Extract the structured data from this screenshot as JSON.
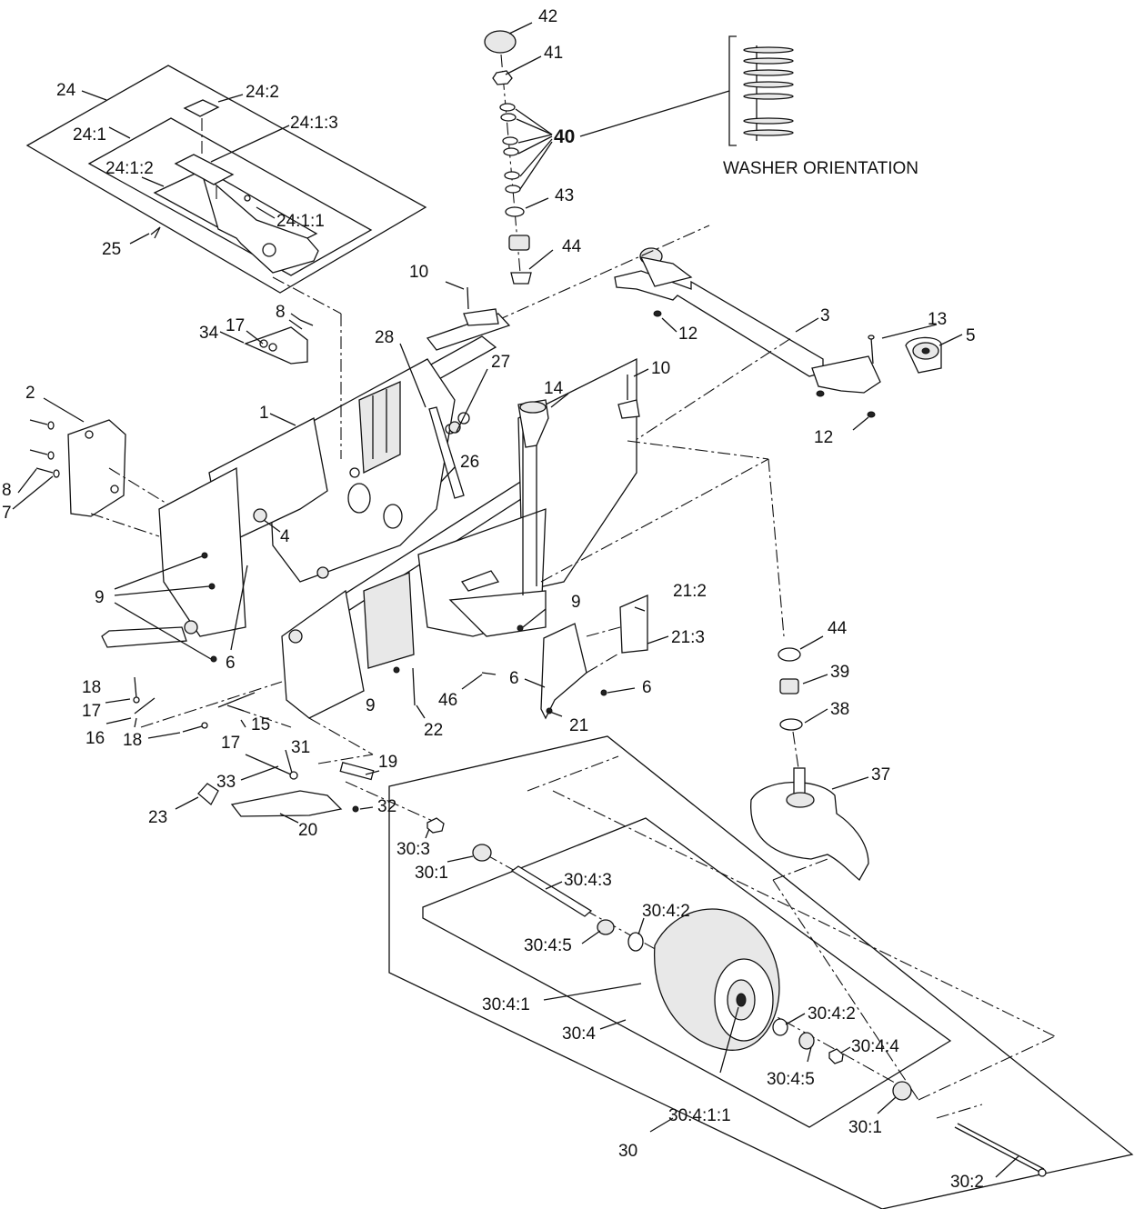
{
  "diagram": {
    "washer_orientation_label": "WASHER ORIENTATION",
    "labels": {
      "l1": "1",
      "l2": "2",
      "l3": "3",
      "l4": "4",
      "l5": "5",
      "l6a": "6",
      "l6b": "6",
      "l6c": "6",
      "l7": "7",
      "l8a": "8",
      "l8b": "8",
      "l9a": "9",
      "l9b": "9",
      "l9c": "9",
      "l10a": "10",
      "l10b": "10",
      "l12a": "12",
      "l12b": "12",
      "l13": "13",
      "l14": "14",
      "l15": "15",
      "l16": "16",
      "l17a": "17",
      "l17b": "17",
      "l17c": "17",
      "l18a": "18",
      "l18b": "18",
      "l19": "19",
      "l20": "20",
      "l21": "21",
      "l21_2": "21:2",
      "l21_3": "21:3",
      "l22": "22",
      "l23": "23",
      "l24": "24",
      "l24_1": "24:1",
      "l24_2": "24:2",
      "l24_1_1": "24:1:1",
      "l24_1_2": "24:1:2",
      "l24_1_3": "24:1:3",
      "l25": "25",
      "l26": "26",
      "l27": "27",
      "l28": "28",
      "l30": "30",
      "l30_1a": "30:1",
      "l30_1b": "30:1",
      "l30_2": "30:2",
      "l30_3": "30:3",
      "l30_4": "30:4",
      "l30_4_1": "30:4:1",
      "l30_4_1_1": "30:4:1:1",
      "l30_4_2a": "30:4:2",
      "l30_4_2b": "30:4:2",
      "l30_4_3": "30:4:3",
      "l30_4_4": "30:4:4",
      "l30_4_5a": "30:4:5",
      "l30_4_5b": "30:4:5",
      "l31": "31",
      "l32": "32",
      "l33": "33",
      "l34": "34",
      "l37": "37",
      "l38": "38",
      "l39": "39",
      "l40": "40",
      "l41": "41",
      "l42": "42",
      "l43": "43",
      "l44a": "44",
      "l44b": "44",
      "l46": "46"
    }
  }
}
